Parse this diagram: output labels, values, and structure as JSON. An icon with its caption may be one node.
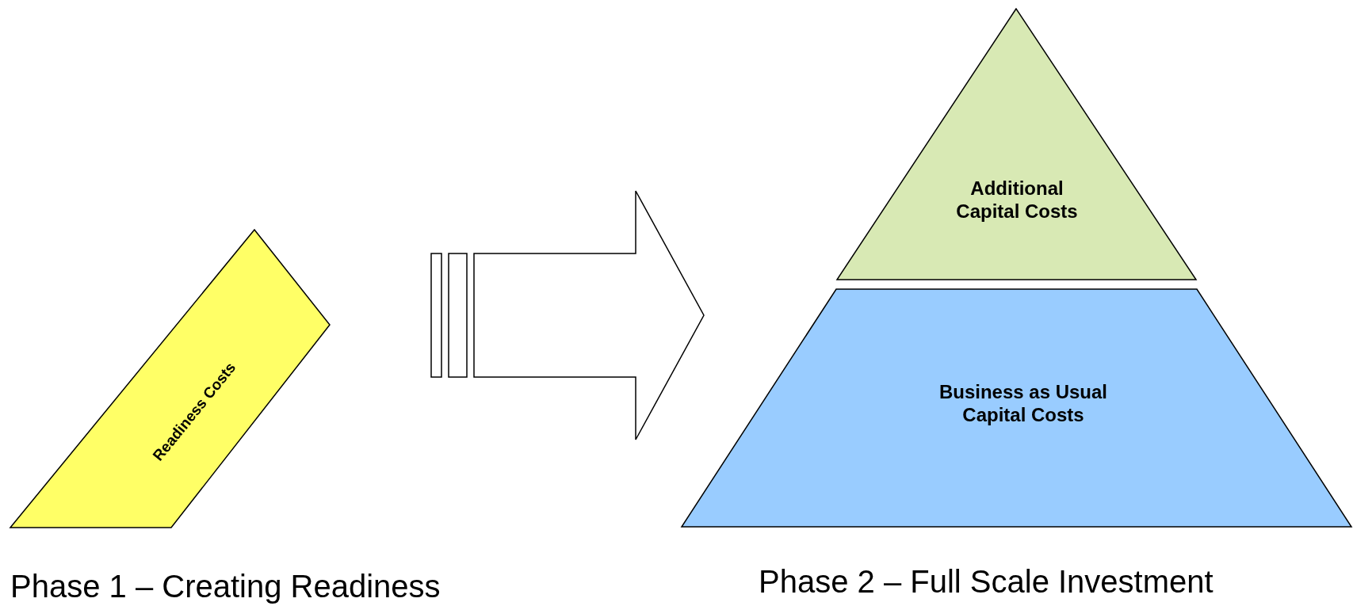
{
  "diagram": {
    "nodes": [
      {
        "text": [
          "Readiness Costs"
        ]
      },
      {
        "text": [
          "Additional Capital Costs"
        ]
      },
      {
        "text": [
          "Business as Usual Capital Costs"
        ]
      }
    ],
    "edges": [
      {
        "from": 0,
        "to": 2,
        "arrow": "to"
      }
    ],
    "labels": [
      "Phase 1 – Creating Readiness",
      "Phase 2 – Full Scale Investment"
    ]
  }
}
